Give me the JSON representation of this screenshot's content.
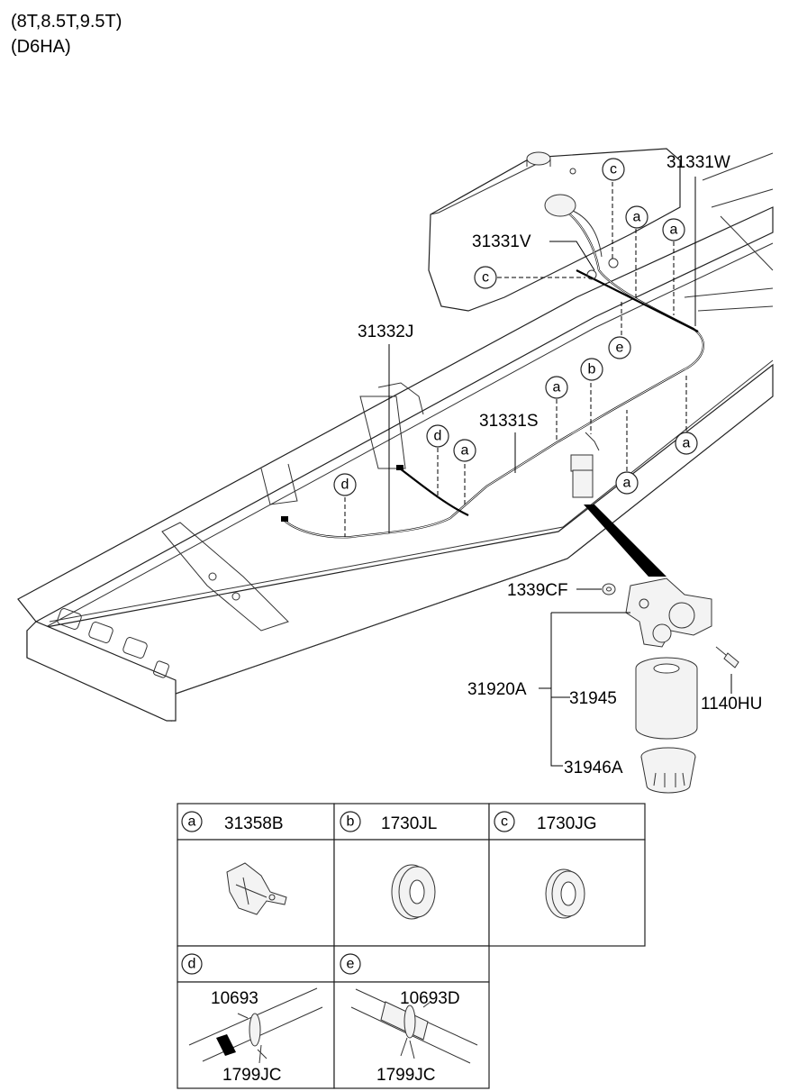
{
  "header": {
    "spec_line1": "(8T,8.5T,9.5T)",
    "spec_line2": "(D6HA)"
  },
  "callouts": {
    "c31331W": "31331W",
    "c31331V": "31331V",
    "c31332J": "31332J",
    "c31331S": "31331S",
    "c1339CF": "1339CF",
    "c31920A": "31920A",
    "c31945": "31945",
    "c1140HU": "1140HU",
    "c31946A": "31946A"
  },
  "circle_letters": {
    "a": "a",
    "b": "b",
    "c": "c",
    "d": "d",
    "e": "e"
  },
  "legend": {
    "a_part": "31358B",
    "b_part": "1730JL",
    "c_part": "1730JG",
    "d_part_top": "10693",
    "d_part_bottom": "1799JC",
    "e_part_top": "10693D",
    "e_part_bottom": "1799JC"
  }
}
